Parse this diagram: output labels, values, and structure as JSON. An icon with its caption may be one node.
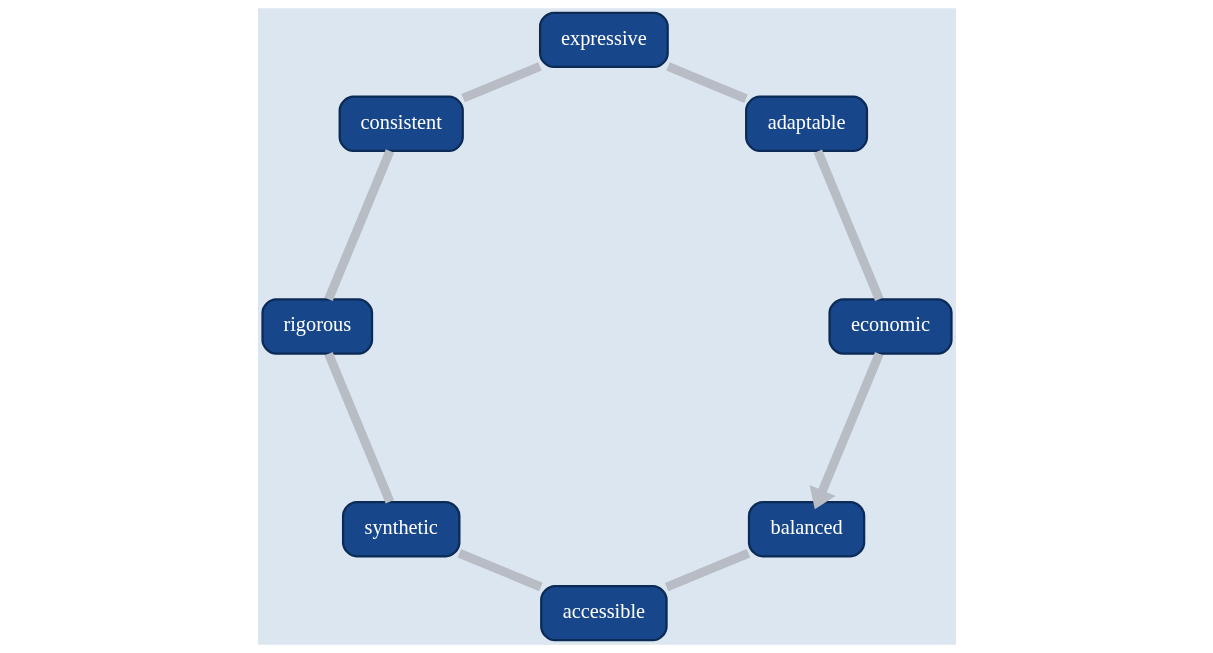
{
  "diagram": {
    "nodes": [
      {
        "text": [
          "balanced"
        ]
      },
      {
        "text": [
          "economic"
        ]
      },
      {
        "text": [
          "accessible"
        ]
      },
      {
        "text": [
          "adaptable"
        ]
      },
      {
        "text": [
          "synthetic"
        ]
      },
      {
        "text": [
          "expressive"
        ]
      },
      {
        "text": [
          "rigorous"
        ]
      },
      {
        "text": [
          "consistent"
        ]
      }
    ],
    "edges": [
      {
        "from": 0,
        "to": 2,
        "arrow": "none"
      },
      {
        "from": 2,
        "to": 4,
        "arrow": "none"
      },
      {
        "from": 4,
        "to": 6,
        "arrow": "none"
      },
      {
        "from": 6,
        "to": 7,
        "arrow": "none"
      },
      {
        "from": 7,
        "to": 5,
        "arrow": "none"
      },
      {
        "from": 5,
        "to": 3,
        "arrow": "none"
      },
      {
        "from": 3,
        "to": 1,
        "arrow": "none"
      },
      {
        "from": 1,
        "to": 0,
        "arrow": "to"
      }
    ]
  }
}
